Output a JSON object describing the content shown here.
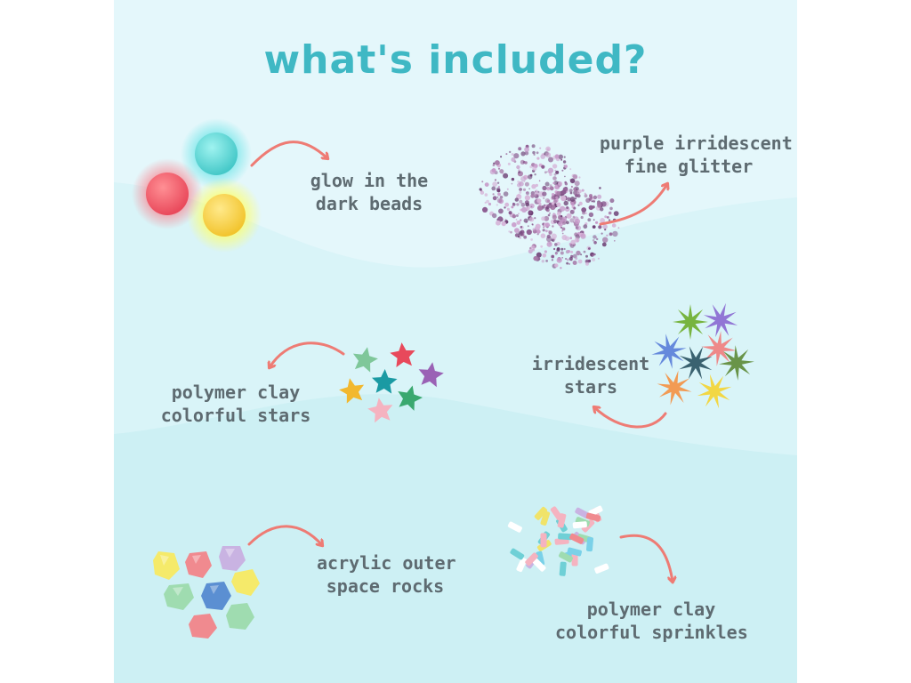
{
  "title": "what's included?",
  "colors": {
    "title": "#3fb8c4",
    "label": "#5e6b71",
    "arrow": "#ee7b74",
    "background_top": "#e4f7fb",
    "background_mid": "#d7f3f7",
    "background_bottom": "#cdf0f4"
  },
  "items": [
    {
      "id": "glow-beads",
      "lines": [
        "glow in the",
        "dark beads"
      ]
    },
    {
      "id": "glitter",
      "lines": [
        "purple irridescent",
        "fine glitter"
      ]
    },
    {
      "id": "polymer-stars",
      "lines": [
        "polymer clay",
        "colorful stars"
      ]
    },
    {
      "id": "irridescent-stars",
      "lines": [
        "irridescent",
        "stars"
      ]
    },
    {
      "id": "space-rocks",
      "lines": [
        "acrylic outer",
        "space rocks"
      ]
    },
    {
      "id": "sprinkles",
      "lines": [
        "polymer clay",
        "colorful sprinkles"
      ]
    }
  ]
}
